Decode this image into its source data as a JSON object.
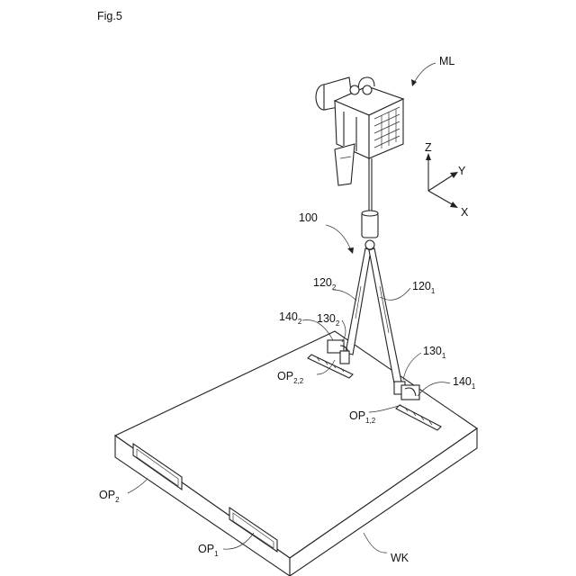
{
  "figure": {
    "title": "Fig.5"
  },
  "labels": {
    "ml": "ML",
    "device": "100",
    "sling_2": {
      "base": "120",
      "sub": "2"
    },
    "sling_1": {
      "base": "120",
      "sub": "1"
    },
    "hook_2": {
      "base": "140",
      "sub": "2"
    },
    "clamp_2": {
      "base": "130",
      "sub": "2"
    },
    "clamp_1": {
      "base": "130",
      "sub": "1"
    },
    "hook_1": {
      "base": "140",
      "sub": "1"
    },
    "op_22": {
      "base": "OP",
      "sub": "2,2"
    },
    "op_12": {
      "base": "OP",
      "sub": "1,2"
    },
    "op_2": {
      "base": "OP",
      "sub": "2"
    },
    "op_1": {
      "base": "OP",
      "sub": "1"
    },
    "wk": "WK"
  },
  "axes": {
    "z": "Z",
    "y": "Y",
    "x": "X"
  }
}
